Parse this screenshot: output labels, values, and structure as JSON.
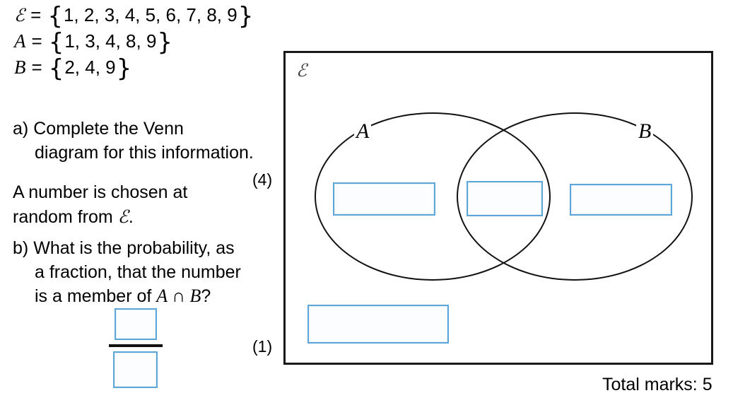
{
  "colors": {
    "input_box_border": "#5ea6d8",
    "diagram_border": "#191919",
    "text": "#000000"
  },
  "set_definitions": [
    {
      "symbol": "ℰ",
      "eq": "=",
      "open": "{",
      "elements": "1, 2, 3, 4, 5, 6, 7, 8, 9",
      "close": "}"
    },
    {
      "symbol": "A",
      "eq": "=",
      "open": "{",
      "elements": "1, 3, 4, 8, 9",
      "close": "}"
    },
    {
      "symbol": "B",
      "eq": "=",
      "open": "{",
      "elements": "2, 4, 9",
      "close": "}"
    }
  ],
  "question_a": {
    "label": "a)",
    "line1": "Complete the Venn",
    "line2": "diagram for this information.",
    "marks": "(4)"
  },
  "intro": {
    "line1": "A number is chosen at",
    "line2_text": "random from",
    "line2_symbol": "ℰ",
    "line2_suffix": "."
  },
  "question_b": {
    "label": "b)",
    "line1": "What is the probability, as",
    "line2": "a fraction, that the number",
    "line3_prefix": "is a member of",
    "expr": "A ∩ B",
    "suffix": "?",
    "marks": "(1)"
  },
  "venn": {
    "universal_label": "ℰ",
    "set_a_label": "A",
    "set_b_label": "B"
  },
  "footer": {
    "total_marks": "Total marks: 5"
  }
}
